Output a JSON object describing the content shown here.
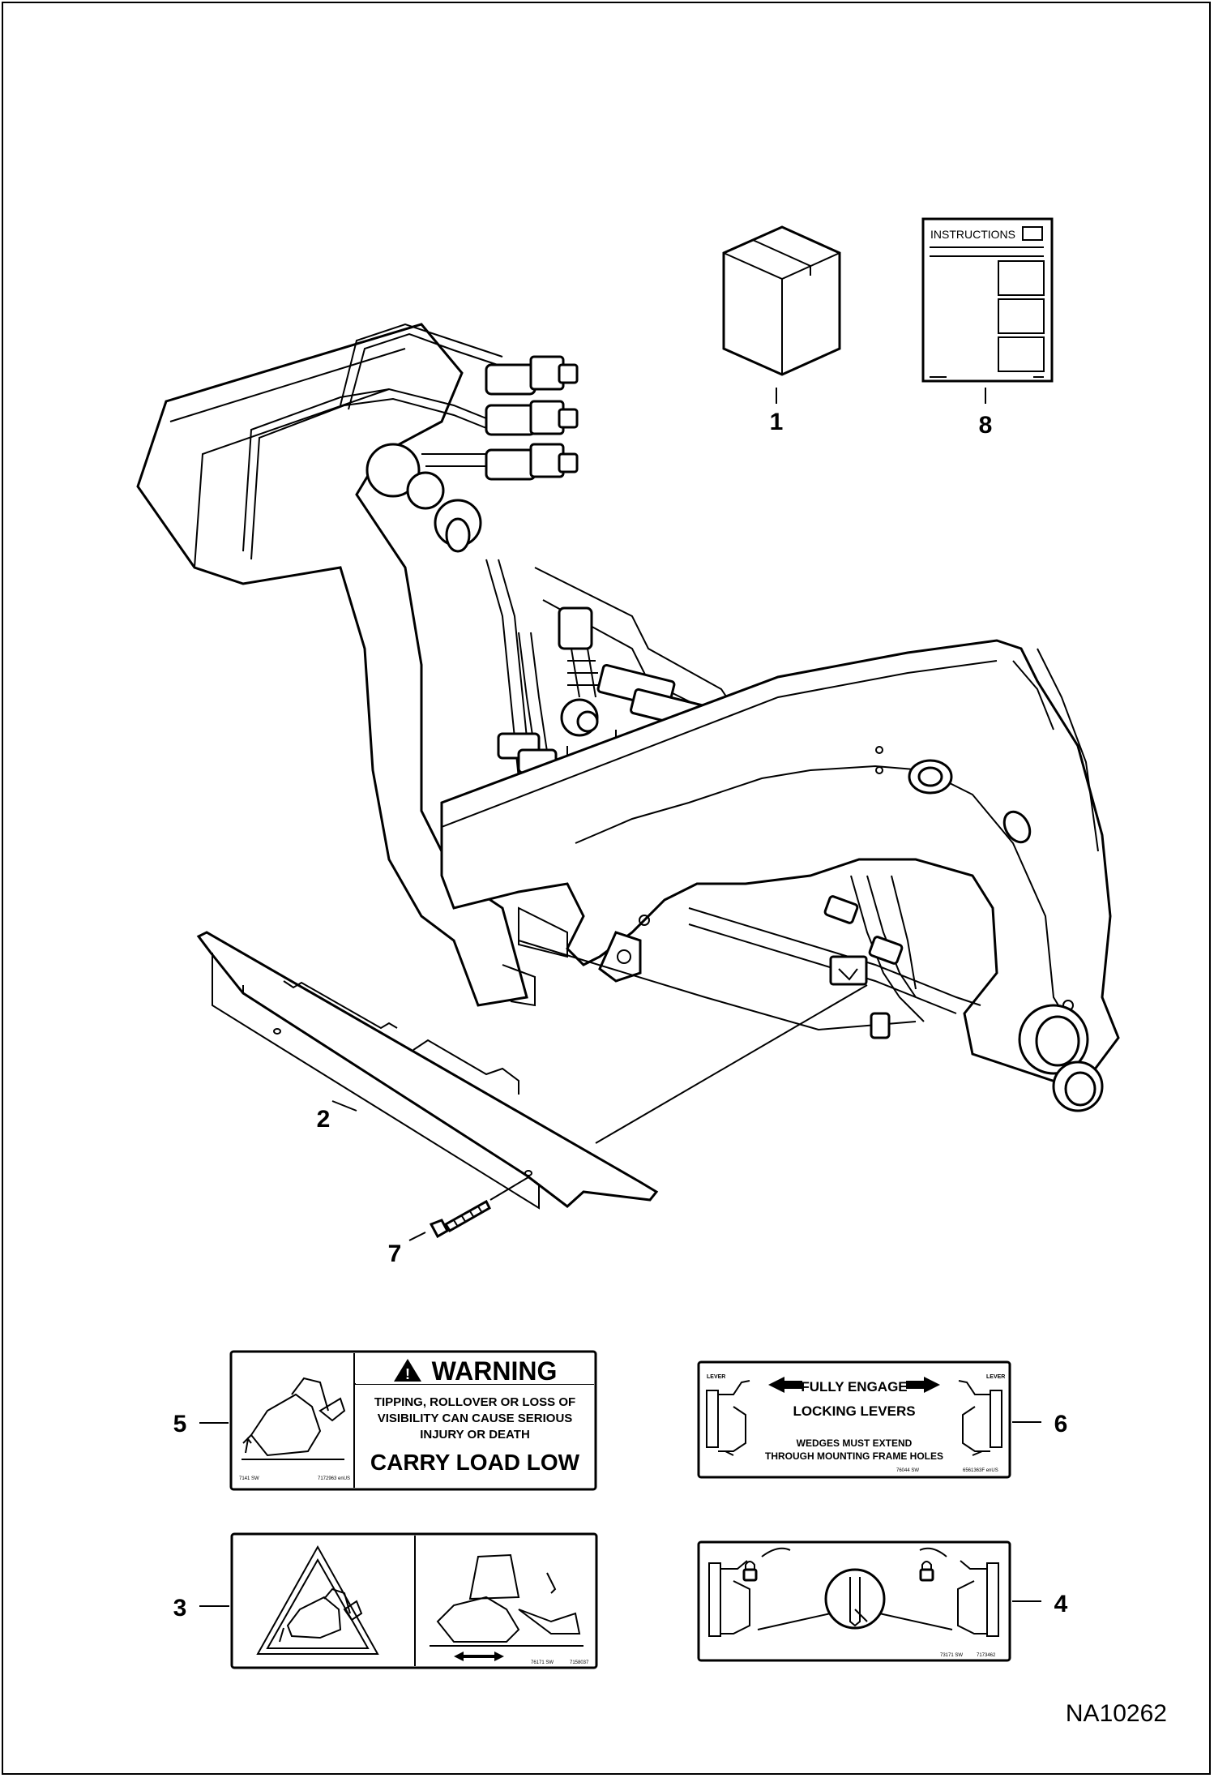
{
  "drawing_code": "NA10262",
  "callouts": [
    {
      "id": "1",
      "label": "1"
    },
    {
      "id": "2",
      "label": "2"
    },
    {
      "id": "3",
      "label": "3"
    },
    {
      "id": "4",
      "label": "4"
    },
    {
      "id": "5",
      "label": "5"
    },
    {
      "id": "6",
      "label": "6"
    },
    {
      "id": "7",
      "label": "7"
    },
    {
      "id": "8",
      "label": "8"
    }
  ],
  "manual": {
    "title": "INSTRUCTIONS"
  },
  "decal_warning": {
    "header": "WARNING",
    "line1": "TIPPING, ROLLOVER OR LOSS OF",
    "line2": "VISIBILITY CAN CAUSE SERIOUS",
    "line3": "INJURY OR DEATH",
    "bold_message": "CARRY LOAD LOW",
    "part_left": "7141 SW",
    "part_right": "7172963 enUS"
  },
  "decal_levers": {
    "lever_left": "LEVER",
    "lever_right": "LEVER",
    "line1": "FULLY ENGAGE",
    "line2": "LOCKING LEVERS",
    "line3": "WEDGES MUST EXTEND",
    "line4": "THROUGH MOUNTING FRAME HOLES",
    "part_left": "76044 SW",
    "part_right": "6561363F enUS"
  },
  "decal_pictorial": {
    "part_left": "76171 SW",
    "part_right": "7158037"
  },
  "decal_lock": {
    "part_left": "73171 SW",
    "part_right": "7173462"
  }
}
